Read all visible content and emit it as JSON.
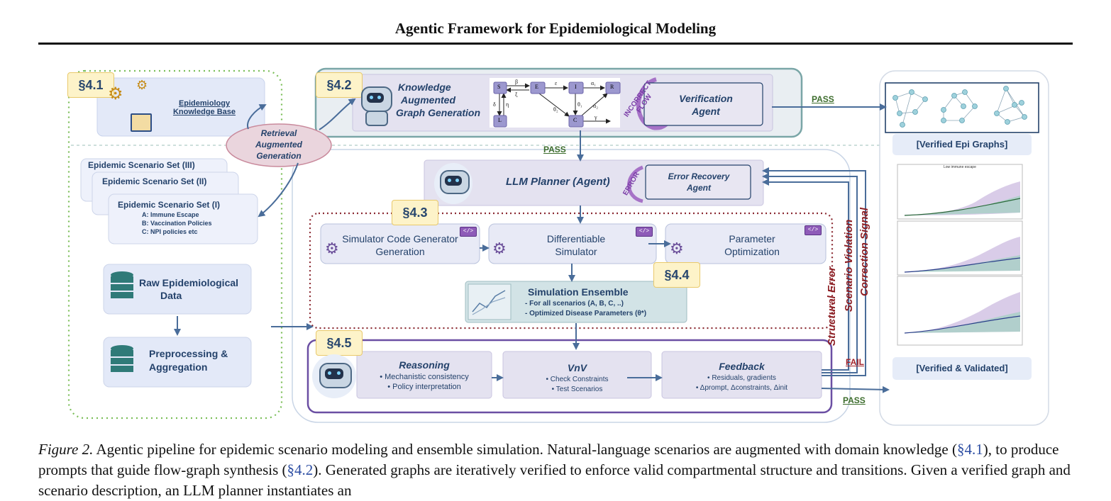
{
  "header": {
    "title": "Agentic Framework for Epidemiological Modeling"
  },
  "sections": {
    "s41": "§4.1",
    "s42": "§4.2",
    "s43": "§4.3",
    "s44": "§4.4",
    "s45": "§4.5"
  },
  "knowledge_base": {
    "line1": "Epidemiology",
    "line2": "Knowledge Base"
  },
  "rag": {
    "line1": "Retrieval",
    "line2": "Augmented",
    "line3": "Generation"
  },
  "scenario_sets": {
    "set3": "Epidemic Scenario Set (III)",
    "set2": "Epidemic Scenario Set (II)",
    "set1": "Epidemic Scenario Set (I)",
    "items": [
      "A: Immune Escape",
      "B: Vaccination Policies",
      "C: NPI policies etc"
    ]
  },
  "raw_data": {
    "line1": "Raw Epidemiological",
    "line2": "Data"
  },
  "preprocessing": {
    "line1": "Preprocessing &",
    "line2": "Aggregation"
  },
  "graph_generation": {
    "line1": "Knowledge",
    "line2": "Augmented",
    "line3": "Graph Generation"
  },
  "flow_graph": {
    "nodes": [
      "S",
      "E",
      "I",
      "R",
      "L",
      "C"
    ],
    "edges": [
      "β",
      "ε",
      "α₁",
      "ξ",
      "δ",
      "η",
      "θ₁",
      "θ₂",
      "α₂",
      "γ"
    ]
  },
  "incorrect_flow": {
    "line1": "INCORRECT",
    "line2": "FLOW"
  },
  "verification": {
    "line1": "Verification",
    "line2": "Agent"
  },
  "error_stamp": "ERROR",
  "planner": "LLM Planner (Agent)",
  "error_recovery": {
    "line1": "Error Recovery",
    "line2": "Agent"
  },
  "code_generator": {
    "line1": "Simulator Code Generator",
    "line2": "Generation"
  },
  "diff_sim": {
    "line1": "Differentiable",
    "line2": "Simulator"
  },
  "param_opt": {
    "line1": "Parameter",
    "line2": "Optimization"
  },
  "code_badge": "</>",
  "ensemble": {
    "title": "Simulation Ensemble",
    "line1": "- For all scenarios (A, B, C, ..)",
    "line2": "- Optimized Disease Parameters (θ*)"
  },
  "reasoning": {
    "title": "Reasoning",
    "line1": "• Mechanistic consistency",
    "line2": "• Policy interpretation"
  },
  "vnv": {
    "title": "VnV",
    "line1": "• Check Constraints",
    "line2": "• Test Scenarios"
  },
  "feedback": {
    "title": "Feedback",
    "line1": "• Residuals, gradients",
    "line2": "• Δprompt, Δconstraints, Δinit"
  },
  "labels": {
    "pass": "PASS",
    "fail": "FAIL",
    "structural_error": "Structural Error",
    "scenario_violation": "Scenario Violation",
    "correction_signal": "Correction Signal",
    "verified_graphs": "[Verified Epi Graphs]",
    "verified_validated": "[Verified & Validated]"
  },
  "mini_plot": {
    "title": "Low immune escape"
  },
  "caption": {
    "fig": "Figure 2.",
    "text1": " Agentic pipeline for epidemic scenario modeling and ensemble simulation. Natural-language scenarios are augmented with domain knowledge (",
    "ref1": "§4.1",
    "text2": "), to produce prompts that guide flow-graph synthesis (",
    "ref2": "§4.2",
    "text3": "). Generated graphs are iteratively verified to enforce valid compartmental structure and transitions. Given a verified graph and scenario description, an LLM planner instantiates an ",
    "text4": ""
  },
  "colors": {
    "navy": "#24426b",
    "purple_border": "#6b4fa3",
    "maroon": "#8c1d22",
    "green_pass": "#3d6d2d",
    "tag_fill": "#fdf3c9"
  }
}
